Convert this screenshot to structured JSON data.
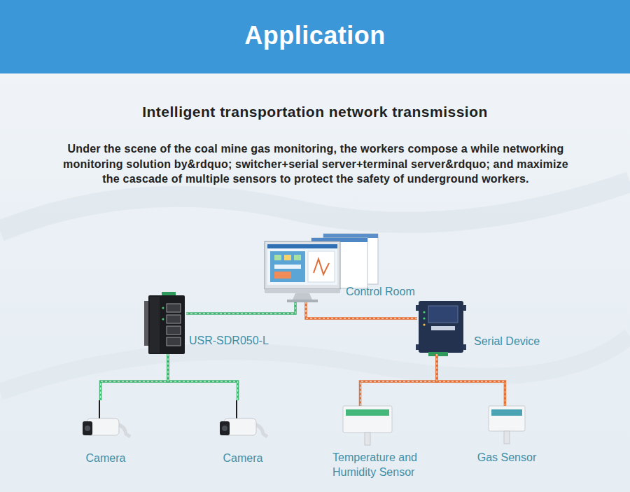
{
  "diagram": {
    "title": "Application",
    "nodes": [
      {
        "text": [
          "Control Room"
        ]
      },
      {
        "text": [
          "USR-SDR050-L"
        ]
      },
      {
        "text": [
          "Serial Device"
        ]
      },
      {
        "text": [
          "Camera"
        ]
      },
      {
        "text": [
          "Camera"
        ]
      },
      {
        "text": [
          "Temperature and Humidity Sensor"
        ]
      },
      {
        "text": [
          "Gas Sensor"
        ]
      }
    ],
    "edges": [
      {
        "from": 1,
        "to": 0,
        "arrow": "none"
      },
      {
        "from": 2,
        "to": 0,
        "arrow": "none"
      },
      {
        "from": 1,
        "to": 3,
        "arrow": "none"
      },
      {
        "from": 1,
        "to": 4,
        "arrow": "none"
      },
      {
        "from": 2,
        "to": 5,
        "arrow": "none"
      },
      {
        "from": 2,
        "to": 6,
        "arrow": "none"
      }
    ],
    "labels": [
      "Intelligent transportation network transmission",
      "Under the scene of the coal mine gas monitoring, the workers compose a while networking monitoring solution by&rdquo; switcher+serial server+terminal server&rdquo; and maximize the cascade of multiple sensors to protect the safety of underground workers."
    ]
  }
}
